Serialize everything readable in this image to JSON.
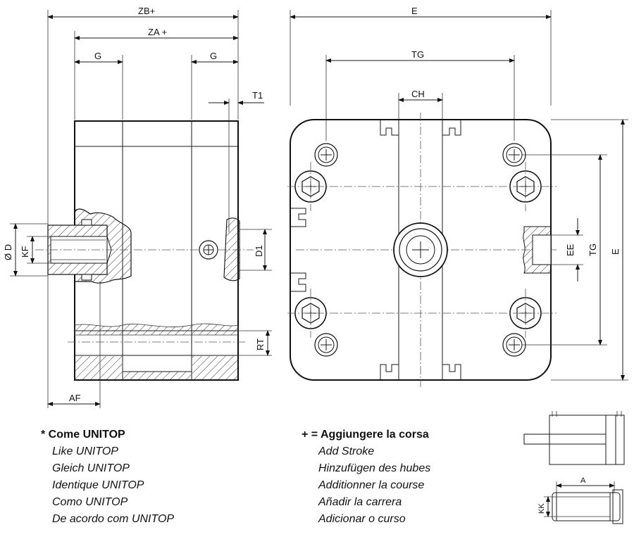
{
  "dimensions": {
    "zb": "ZB+",
    "za": "ZA +",
    "g": "G",
    "t1": "T1",
    "e": "E",
    "tg": "TG",
    "ch": "CH",
    "d": "Ø D",
    "kf": "KF",
    "d1": "D1",
    "rt": "RT",
    "af": "AF",
    "ee": "EE",
    "a": "A",
    "kk": "KK"
  },
  "notes": {
    "unitop": {
      "heading": "* Come UNITOP",
      "translations": [
        "Like UNITOP",
        "Gleich UNITOP",
        "Identique UNITOP",
        "Como UNITOP",
        "De acordo com UNITOP"
      ]
    },
    "stroke": {
      "heading": "+ = Aggiungere la corsa",
      "translations": [
        "Add Stroke",
        "Hinzufügen des hubes",
        "Additionner la course",
        "Añadir la carrera",
        "Adicionar o curso"
      ]
    }
  },
  "colors": {
    "line": "#1a1a1a",
    "hatch": "#333333",
    "background": "#ffffff"
  }
}
